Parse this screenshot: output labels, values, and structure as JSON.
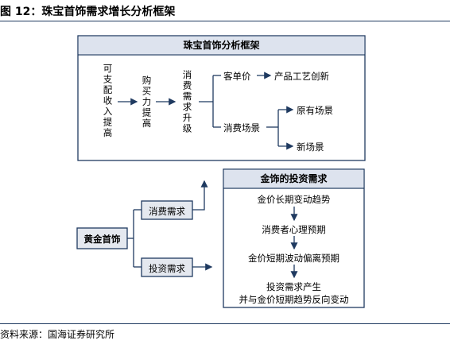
{
  "figure": {
    "title": "图 12：珠宝首饰需求增长分析框架",
    "source": "资料来源：国海证券研究所"
  },
  "top_box": {
    "title": "珠宝首饰分析框架",
    "node_kezhipei": "可支配收入提高",
    "node_goumaili": "购买力提高",
    "node_xiaofei_upgrade": "消费需求升级",
    "node_kedanjia": "客单价",
    "node_product": "产品工艺创新",
    "node_scene": "消费场景",
    "node_existing_scene": "原有场景",
    "node_new_scene": "新场景"
  },
  "bottom": {
    "root": "黄金首饰",
    "consume_demand": "消费需求",
    "invest_demand": "投资需求",
    "gold_box": {
      "title": "金饰的投资需求",
      "step1": "金价长期变动趋势",
      "step2": "消费者心理预期",
      "step3": "金价短期波动偏离预期",
      "step4_line1": "投资需求产生",
      "step4_line2": "并与金价短期趋势反向变动"
    }
  },
  "colors": {
    "line": "#1f3a60",
    "title_fill": "#dde3ee",
    "node_fill": "#e4e8ef"
  }
}
